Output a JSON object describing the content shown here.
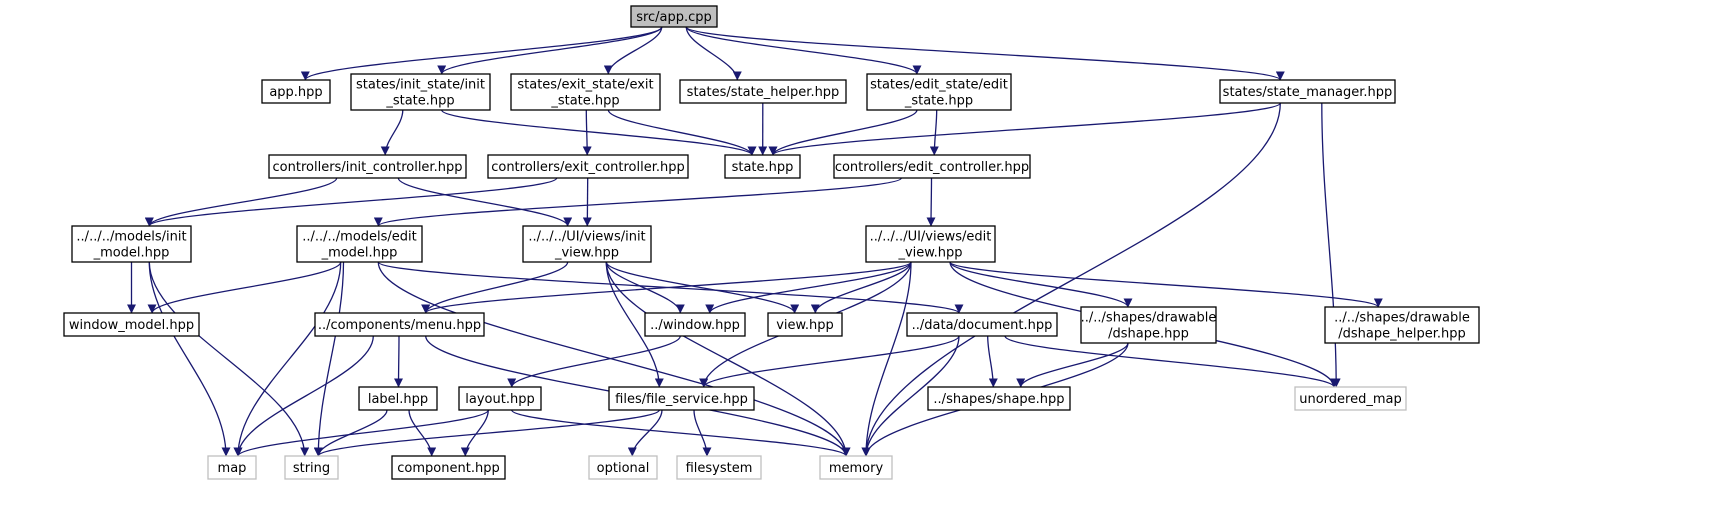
{
  "colors": {
    "edge": "#191970",
    "node_border": "#000000",
    "node_fill": "#ffffff",
    "root_fill": "#bfbfbf",
    "system_border": "#bfbfbf"
  },
  "nodes": [
    {
      "id": "app_cpp",
      "lines": [
        "src/app.cpp"
      ],
      "kind": "root"
    },
    {
      "id": "app_hpp",
      "lines": [
        "app.hpp"
      ],
      "kind": "file"
    },
    {
      "id": "init_state",
      "lines": [
        "states/init_state/init",
        "_state.hpp"
      ],
      "kind": "file"
    },
    {
      "id": "exit_state",
      "lines": [
        "states/exit_state/exit",
        "_state.hpp"
      ],
      "kind": "file"
    },
    {
      "id": "state_helper",
      "lines": [
        "states/state_helper.hpp"
      ],
      "kind": "file"
    },
    {
      "id": "edit_state",
      "lines": [
        "states/edit_state/edit",
        "_state.hpp"
      ],
      "kind": "file"
    },
    {
      "id": "state_manager",
      "lines": [
        "states/state_manager.hpp"
      ],
      "kind": "file"
    },
    {
      "id": "init_controller",
      "lines": [
        "controllers/init_controller.hpp"
      ],
      "kind": "file"
    },
    {
      "id": "exit_controller",
      "lines": [
        "controllers/exit_controller.hpp"
      ],
      "kind": "file"
    },
    {
      "id": "state_hpp",
      "lines": [
        "state.hpp"
      ],
      "kind": "file"
    },
    {
      "id": "edit_controller",
      "lines": [
        "controllers/edit_controller.hpp"
      ],
      "kind": "file"
    },
    {
      "id": "init_model",
      "lines": [
        "../../../models/init",
        "_model.hpp"
      ],
      "kind": "file"
    },
    {
      "id": "edit_model",
      "lines": [
        "../../../models/edit",
        "_model.hpp"
      ],
      "kind": "file"
    },
    {
      "id": "init_view",
      "lines": [
        "../../../UI/views/init",
        "_view.hpp"
      ],
      "kind": "file"
    },
    {
      "id": "edit_view",
      "lines": [
        "../../../UI/views/edit",
        "_view.hpp"
      ],
      "kind": "file"
    },
    {
      "id": "window_model",
      "lines": [
        "window_model.hpp"
      ],
      "kind": "file"
    },
    {
      "id": "menu",
      "lines": [
        "../components/menu.hpp"
      ],
      "kind": "file"
    },
    {
      "id": "window",
      "lines": [
        "../window.hpp"
      ],
      "kind": "file"
    },
    {
      "id": "view",
      "lines": [
        "view.hpp"
      ],
      "kind": "file"
    },
    {
      "id": "document",
      "lines": [
        "../data/document.hpp"
      ],
      "kind": "file"
    },
    {
      "id": "dshape",
      "lines": [
        "../../shapes/drawable",
        "/dshape.hpp"
      ],
      "kind": "file"
    },
    {
      "id": "dshape_helper",
      "lines": [
        "../../shapes/drawable",
        "/dshape_helper.hpp"
      ],
      "kind": "file"
    },
    {
      "id": "label",
      "lines": [
        "label.hpp"
      ],
      "kind": "file"
    },
    {
      "id": "layout",
      "lines": [
        "layout.hpp"
      ],
      "kind": "file"
    },
    {
      "id": "file_service",
      "lines": [
        "files/file_service.hpp"
      ],
      "kind": "file"
    },
    {
      "id": "shape",
      "lines": [
        "../shapes/shape.hpp"
      ],
      "kind": "file"
    },
    {
      "id": "unordered_map",
      "lines": [
        "unordered_map"
      ],
      "kind": "system"
    },
    {
      "id": "map",
      "lines": [
        "map"
      ],
      "kind": "system"
    },
    {
      "id": "string",
      "lines": [
        "string"
      ],
      "kind": "system"
    },
    {
      "id": "component",
      "lines": [
        "component.hpp"
      ],
      "kind": "file"
    },
    {
      "id": "optional",
      "lines": [
        "optional"
      ],
      "kind": "system"
    },
    {
      "id": "filesystem",
      "lines": [
        "filesystem"
      ],
      "kind": "system"
    },
    {
      "id": "memory",
      "lines": [
        "memory"
      ],
      "kind": "system"
    }
  ],
  "edges": [
    [
      "app_cpp",
      "app_hpp"
    ],
    [
      "app_cpp",
      "init_state"
    ],
    [
      "app_cpp",
      "exit_state"
    ],
    [
      "app_cpp",
      "state_helper"
    ],
    [
      "app_cpp",
      "edit_state"
    ],
    [
      "app_cpp",
      "state_manager"
    ],
    [
      "init_state",
      "init_controller"
    ],
    [
      "init_state",
      "state_hpp"
    ],
    [
      "exit_state",
      "exit_controller"
    ],
    [
      "exit_state",
      "state_hpp"
    ],
    [
      "state_helper",
      "state_hpp"
    ],
    [
      "edit_state",
      "state_hpp"
    ],
    [
      "edit_state",
      "edit_controller"
    ],
    [
      "state_manager",
      "state_hpp"
    ],
    [
      "state_manager",
      "unordered_map"
    ],
    [
      "state_manager",
      "memory"
    ],
    [
      "init_controller",
      "init_model"
    ],
    [
      "init_controller",
      "init_view"
    ],
    [
      "exit_controller",
      "init_model"
    ],
    [
      "exit_controller",
      "init_view"
    ],
    [
      "edit_controller",
      "edit_model"
    ],
    [
      "edit_controller",
      "edit_view"
    ],
    [
      "init_model",
      "window_model"
    ],
    [
      "init_model",
      "map"
    ],
    [
      "init_model",
      "string"
    ],
    [
      "edit_model",
      "window_model"
    ],
    [
      "edit_model",
      "document"
    ],
    [
      "edit_model",
      "map"
    ],
    [
      "edit_model",
      "string"
    ],
    [
      "edit_model",
      "memory"
    ],
    [
      "init_view",
      "menu"
    ],
    [
      "init_view",
      "window"
    ],
    [
      "init_view",
      "view"
    ],
    [
      "init_view",
      "file_service"
    ],
    [
      "init_view",
      "memory"
    ],
    [
      "edit_view",
      "menu"
    ],
    [
      "edit_view",
      "window"
    ],
    [
      "edit_view",
      "view"
    ],
    [
      "edit_view",
      "dshape"
    ],
    [
      "edit_view",
      "dshape_helper"
    ],
    [
      "edit_view",
      "file_service"
    ],
    [
      "edit_view",
      "unordered_map"
    ],
    [
      "edit_view",
      "memory"
    ],
    [
      "menu",
      "label"
    ],
    [
      "menu",
      "map"
    ],
    [
      "menu",
      "memory"
    ],
    [
      "window",
      "layout"
    ],
    [
      "document",
      "file_service"
    ],
    [
      "document",
      "shape"
    ],
    [
      "document",
      "unordered_map"
    ],
    [
      "document",
      "memory"
    ],
    [
      "dshape",
      "shape"
    ],
    [
      "dshape",
      "memory"
    ],
    [
      "label",
      "component"
    ],
    [
      "label",
      "string"
    ],
    [
      "layout",
      "component"
    ],
    [
      "layout",
      "map"
    ],
    [
      "layout",
      "memory"
    ],
    [
      "file_service",
      "optional"
    ],
    [
      "file_service",
      "filesystem"
    ],
    [
      "file_service",
      "string"
    ]
  ]
}
